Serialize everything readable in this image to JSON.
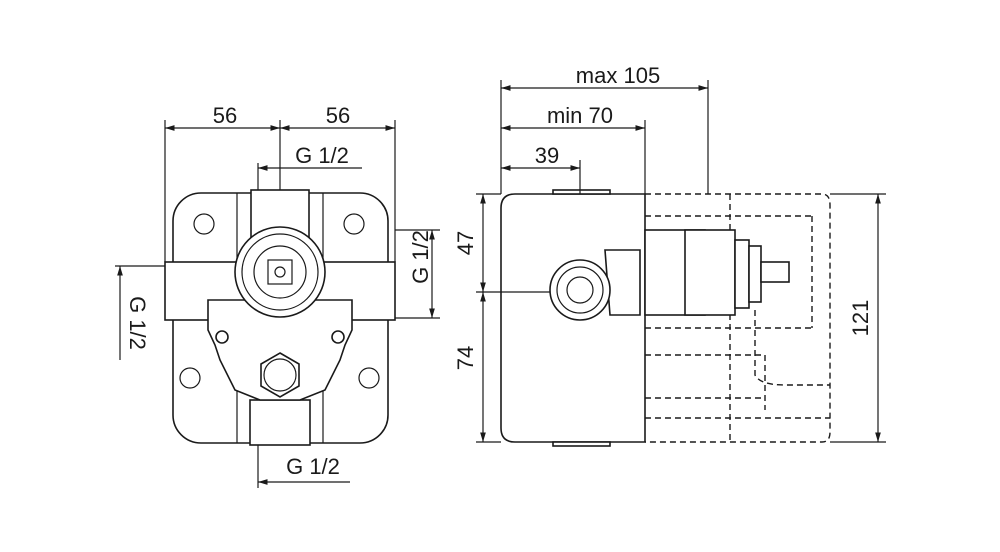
{
  "front_view": {
    "dim_left_width": "56",
    "dim_right_width": "56",
    "thread_top": "G 1/2",
    "thread_right": "G 1/2",
    "thread_left": "G 1/2",
    "thread_bottom": "G 1/2"
  },
  "side_view": {
    "dim_max_depth": "max 105",
    "dim_min_depth": "min 70",
    "dim_outlet_depth": "39",
    "dim_upper_height": "47",
    "dim_lower_height": "74",
    "dim_total_height": "121"
  },
  "colors": {
    "line": "#1a1a1a",
    "background": "#ffffff"
  }
}
